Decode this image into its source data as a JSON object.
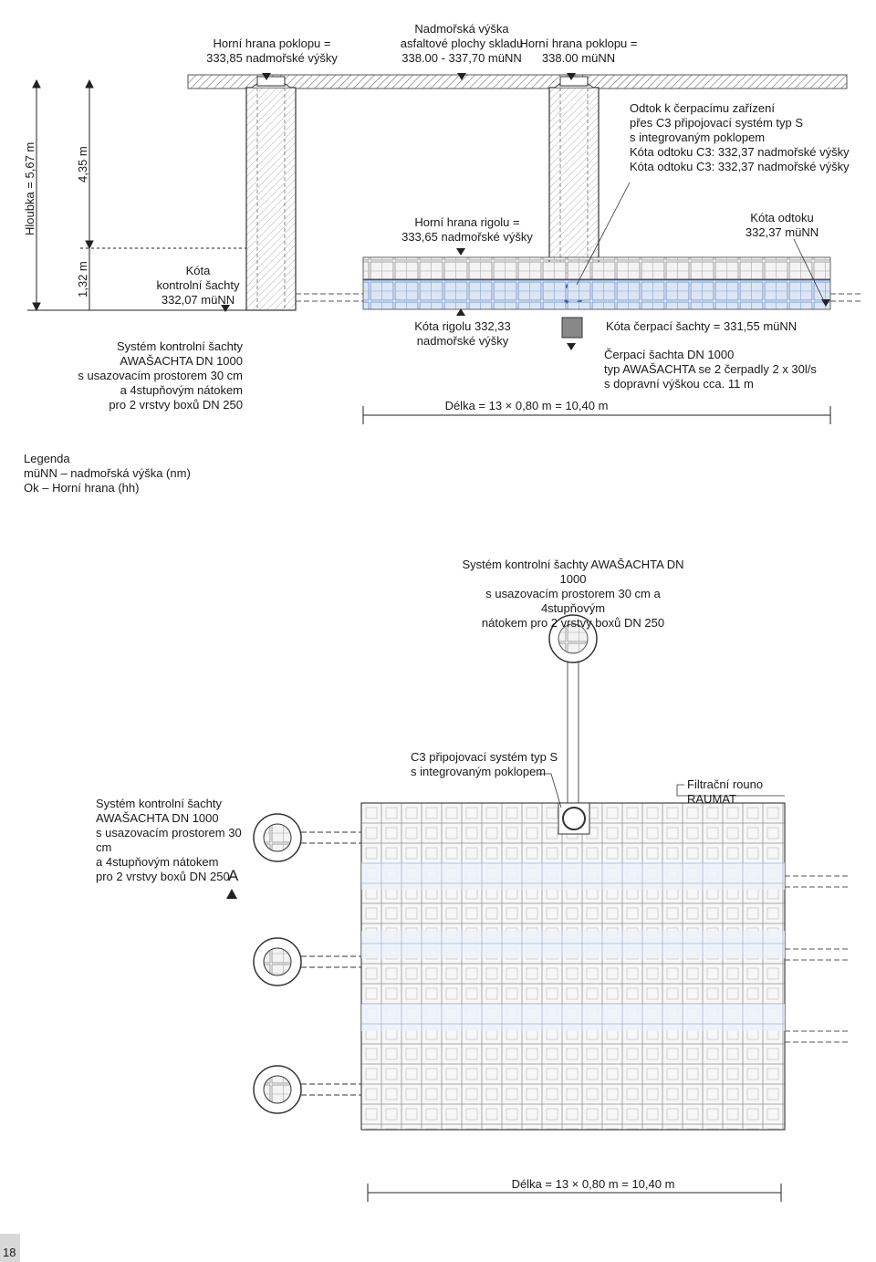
{
  "section": {
    "top_edge_left": "Horní hrana poklopu =\n333,85 nadmořské výšky",
    "asphalt": "Nadmořská výška\nasfaltové plochy skladu\n338.00 - 337,70 müNN",
    "top_edge_right": "Horní hrana poklopu =\n338.00 müNN",
    "outflow_note": "Odtok k čerpacímu zařízení\npřes C3 připojovací systém typ S\ns integrovaným poklopem\nKóta odtoku C3: 332,37 nadmořské výšky\nKóta odtoku C3: 332,37 nadmořské výšky",
    "outflow_level": "Kóta odtoku\n332,37 müNN",
    "rigol_top": "Horní hrana rigolu =\n333,65 nadmořské výšky",
    "shaft_level": "Kóta\nkontrolní šachty\n332,07 müNN",
    "rigol_level": "Kóta rigolu 332,33\nnadmořské výšky",
    "pump_shaft_level": "Kóta čerpací šachty = 331,55 müNN",
    "pump_shaft": "Čerpací šachta DN 1000\ntyp AWAŠACHTA se 2 čerpadly 2 x 30l/s\ns dopravní výškou cca. 11 m",
    "control_system": "Systém kontrolní šachty\nAWAŠACHTA DN 1000\ns usazovacím prostorem 30 cm\na 4stupňovým nátokem\npro 2 vrstvy boxů DN 250",
    "length": "Délka = 13 × 0,80 m = 10,40 m",
    "depth_total": "Hloubka = 5,67 m",
    "depth_upper": "4,35 m",
    "depth_lower": "1,32 m"
  },
  "legend": {
    "title": "Legenda",
    "item1": "müNN – nadmořská výška (nm)",
    "item2": "Ok – Horní hrana (hh)"
  },
  "plan": {
    "top_system": "Systém kontrolní šachty AWAŠACHTA DN 1000\ns usazovacím prostorem 30 cm a 4stupňovým\nnátokem pro 2 vrstvy boxů DN 250",
    "c3_system": "C3 připojovací systém typ S\ns integrovaným poklopem",
    "filter": "Filtrační rouno RAUMAT",
    "left_system": "Systém kontrolní šachty\nAWAŠACHTA DN 1000\ns usazovacím prostorem 30 cm\na 4stupňovým nátokem\npro 2 vrstvy boxů DN 250",
    "section_marker": "A",
    "length": "Délka = 13 × 0,80 m = 10,40  m"
  },
  "page_number": "18",
  "colors": {
    "line": "#333333",
    "box_blue": "#7aa3d6",
    "pipe_blue": "#2a56a8",
    "grid": "#9a9a9a"
  }
}
